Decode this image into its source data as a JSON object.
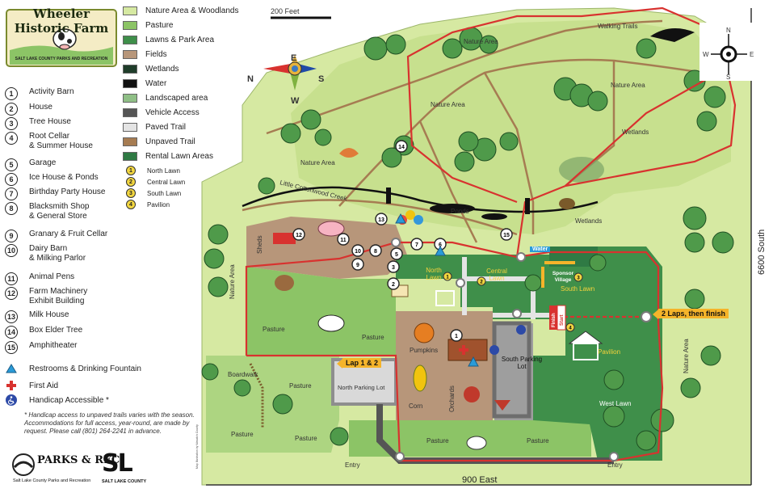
{
  "logo": {
    "title": "Wheeler Historic Farm",
    "subtitle": "SALT LAKE COUNTY PARKS AND RECREATION"
  },
  "numbered_key": [
    {
      "n": "1",
      "label": "Activity Barn"
    },
    {
      "n": "2",
      "label": "House"
    },
    {
      "n": "3",
      "label": "Tree House"
    },
    {
      "n": "4",
      "label": "Root Cellar\n& Summer House"
    },
    {
      "n": "5",
      "label": "Garage"
    },
    {
      "n": "6",
      "label": "Ice House & Ponds"
    },
    {
      "n": "7",
      "label": "Birthday Party House"
    },
    {
      "n": "8",
      "label": "Blacksmith Shop\n& General Store"
    },
    {
      "n": "9",
      "label": "Granary & Fruit Cellar"
    },
    {
      "n": "10",
      "label": "Dairy Barn\n& Milking Parlor"
    },
    {
      "n": "11",
      "label": "Animal Pens"
    },
    {
      "n": "12",
      "label": "Farm Machinery\nExhibit Building"
    },
    {
      "n": "13",
      "label": "Milk House"
    },
    {
      "n": "14",
      "label": "Box Elder Tree"
    },
    {
      "n": "15",
      "label": "Amphitheater"
    }
  ],
  "symbols": [
    {
      "icon": "restroom-triangle-icon",
      "label": "Restrooms & Drinking Fountain"
    },
    {
      "icon": "first-aid-cross-icon",
      "label": "First Aid"
    },
    {
      "icon": "handicap-icon",
      "label": "Handicap Accessible *"
    }
  ],
  "note": "* Handicap access to unpaved trails varies with the season. Accommodations for full access, year-round, are made by request. Please call (801) 264-2241 in advance.",
  "bottom_logos": {
    "parks": "PARKS & REC",
    "parks_sub": "Salt Lake County Parks and Recreation",
    "sl": "SL",
    "sl_sub": "SALT LAKE COUNTY"
  },
  "swatch_key": [
    {
      "label": "Nature Area & Woodlands",
      "color": "#d6e9a2"
    },
    {
      "label": "Pasture",
      "color": "#8cc466"
    },
    {
      "label": "Lawns & Park Area",
      "color": "#3f8f4a"
    },
    {
      "label": "Fields",
      "color": "#b7967a"
    },
    {
      "label": "Wetlands",
      "color": "#1f3d2a"
    },
    {
      "label": "Water",
      "color": "#111111"
    },
    {
      "label": "Landscaped area",
      "color": "#8fbf86"
    },
    {
      "label": "Vehicle Access",
      "color": "#555555"
    },
    {
      "label": "Paved Trail",
      "color": "#e4e4e4"
    },
    {
      "label": "Unpaved Trail",
      "color": "#a67c52"
    },
    {
      "label": "Rental Lawn Areas",
      "color": "#2f7a44"
    }
  ],
  "lawn_key": [
    {
      "n": "1",
      "label": "North Lawn"
    },
    {
      "n": "2",
      "label": "Central Lawn"
    },
    {
      "n": "3",
      "label": "South Lawn"
    },
    {
      "n": "4",
      "label": "Pavilion"
    }
  ],
  "scale": "200 Feet",
  "compass_large": {
    "e": "E",
    "n": "N",
    "s": "S",
    "w": "W"
  },
  "compass_small": {
    "n": "N",
    "e": "E",
    "s": "S",
    "w": "W"
  },
  "map_labels": {
    "nature_area_top": "Nature Area",
    "walking_trails": "Walking Trails",
    "nature_area_upper_right": "Nature Area",
    "nature_area_center": "Nature Area",
    "nature_area_left": "Nature Area",
    "wetlands_right": "Wetlands",
    "wetlands_lower": "Wetlands",
    "creek": "Little Cottonwood Creek",
    "ponds": "Ponds",
    "sheds": "Sheds",
    "nature_area_west": "Nature Area",
    "pasture_1": "Pasture",
    "pasture_2": "Pasture",
    "pasture_3": "Pasture",
    "pasture_4": "Pasture",
    "pasture_5": "Pasture",
    "pasture_6": "Pasture",
    "pasture_7": "Pasture",
    "boardwalk": "Boardwalk",
    "north_parking": "North Parking Lot",
    "south_parking": "South Parking\nLot",
    "pumpkins": "Pumpkins",
    "corn": "Corn",
    "orchards": "Orchards",
    "north_lawn": "North\nLawn",
    "central_lawn": "Central\nLawn",
    "south_lawn": "South Lawn",
    "sponsor_village": "Sponsor\nVillage",
    "pavilion": "Pavilion",
    "west_lawn": "West Lawn",
    "nature_area_east": "Nature Area",
    "entry_1": "Entry",
    "entry_2": "Entry",
    "road_south": "900 East",
    "road_east": "6600 South",
    "water": "Water",
    "finish": "Finish",
    "start": "Start"
  },
  "callouts": {
    "lap": "Lap 1 & 2",
    "finish_note": "2 Laps, then finish"
  },
  "credit": "Map Illustration by Wasatch County"
}
